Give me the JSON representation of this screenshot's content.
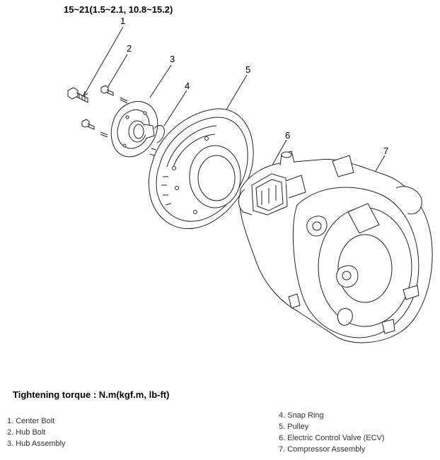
{
  "diagram": {
    "torque_spec": "15~21(1.5~2.1, 10.8~15.2)",
    "callouts": [
      "1",
      "2",
      "3",
      "4",
      "5",
      "6",
      "7"
    ]
  },
  "legend": {
    "title": "Tightening torque : N.m(kgf.m, lb-ft)",
    "left_items": [
      "1. Center Bolt",
      "2. Hub Bolt",
      "3. Hub Assembly"
    ],
    "right_items": [
      "4. Snap Ring",
      "5. Pulley",
      "6. Electric Control Valve (ECV)",
      "7. Compressor Assembly"
    ]
  }
}
